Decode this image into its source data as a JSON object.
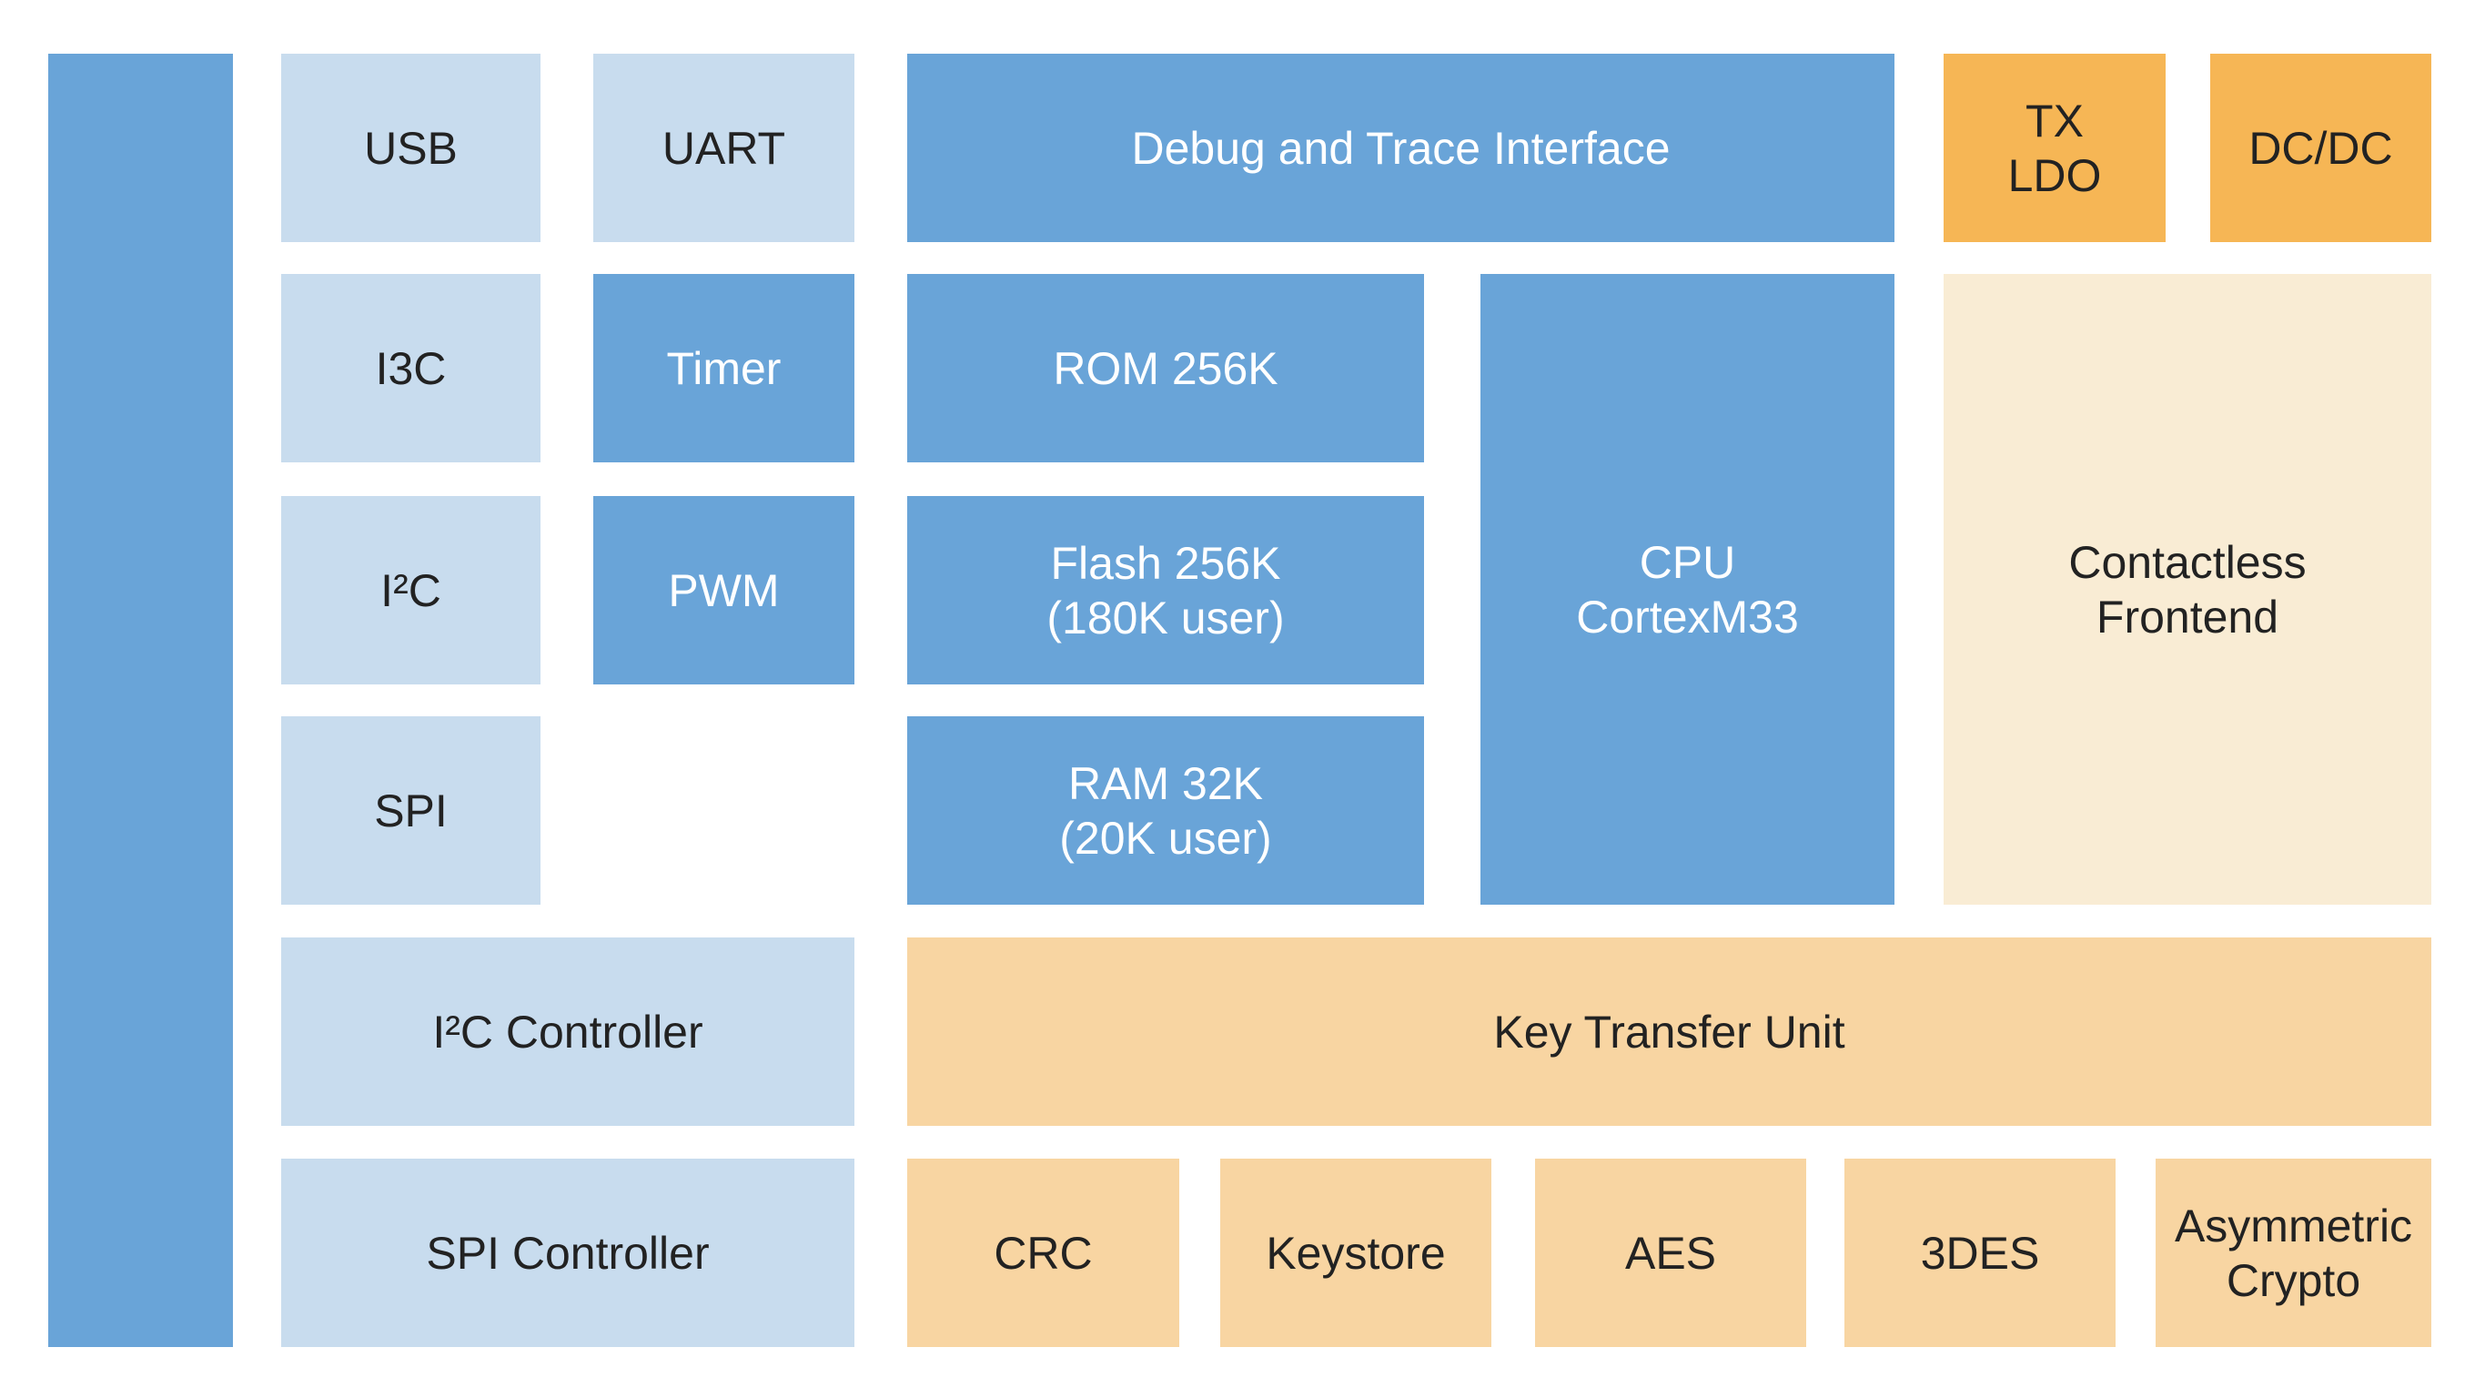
{
  "colors": {
    "blue": "#69a4d8",
    "light-blue": "#c8dcee",
    "orange": "#f6b655",
    "light-orange": "#f8d5a2",
    "cream": "#f9ecd4",
    "ink": "#222222",
    "text-on-blue": "#ffffff",
    "page-bg": "#ffffff"
  },
  "diagram": {
    "type": "soc-block-diagram"
  },
  "blocks": {
    "bus_bar": {
      "label": ""
    },
    "usb": {
      "label": "USB"
    },
    "uart": {
      "label": "UART"
    },
    "debug_trace": {
      "label": "Debug and Trace Interface"
    },
    "tx_ldo": {
      "label": "TX\nLDO"
    },
    "dcdc": {
      "label": "DC/DC"
    },
    "i3c": {
      "label": "I3C"
    },
    "timer": {
      "label": "Timer"
    },
    "rom": {
      "label": "ROM 256K"
    },
    "cpu": {
      "label": "CPU\nCortexM33"
    },
    "contactless_frontend": {
      "label": "Contactless\nFrontend"
    },
    "i2c": {
      "label": "I²C"
    },
    "pwm": {
      "label": "PWM"
    },
    "flash": {
      "label": "Flash 256K\n(180K user)"
    },
    "spi": {
      "label": "SPI"
    },
    "ram": {
      "label": "RAM 32K\n(20K user)"
    },
    "i2c_controller": {
      "label": "I²C Controller"
    },
    "key_transfer_unit": {
      "label": "Key Transfer Unit"
    },
    "spi_controller": {
      "label": "SPI Controller"
    },
    "crc": {
      "label": "CRC"
    },
    "keystore": {
      "label": "Keystore"
    },
    "aes": {
      "label": "AES"
    },
    "tdes": {
      "label": "3DES"
    },
    "asymmetric_crypto": {
      "label": "Asymmetric\nCrypto"
    }
  }
}
